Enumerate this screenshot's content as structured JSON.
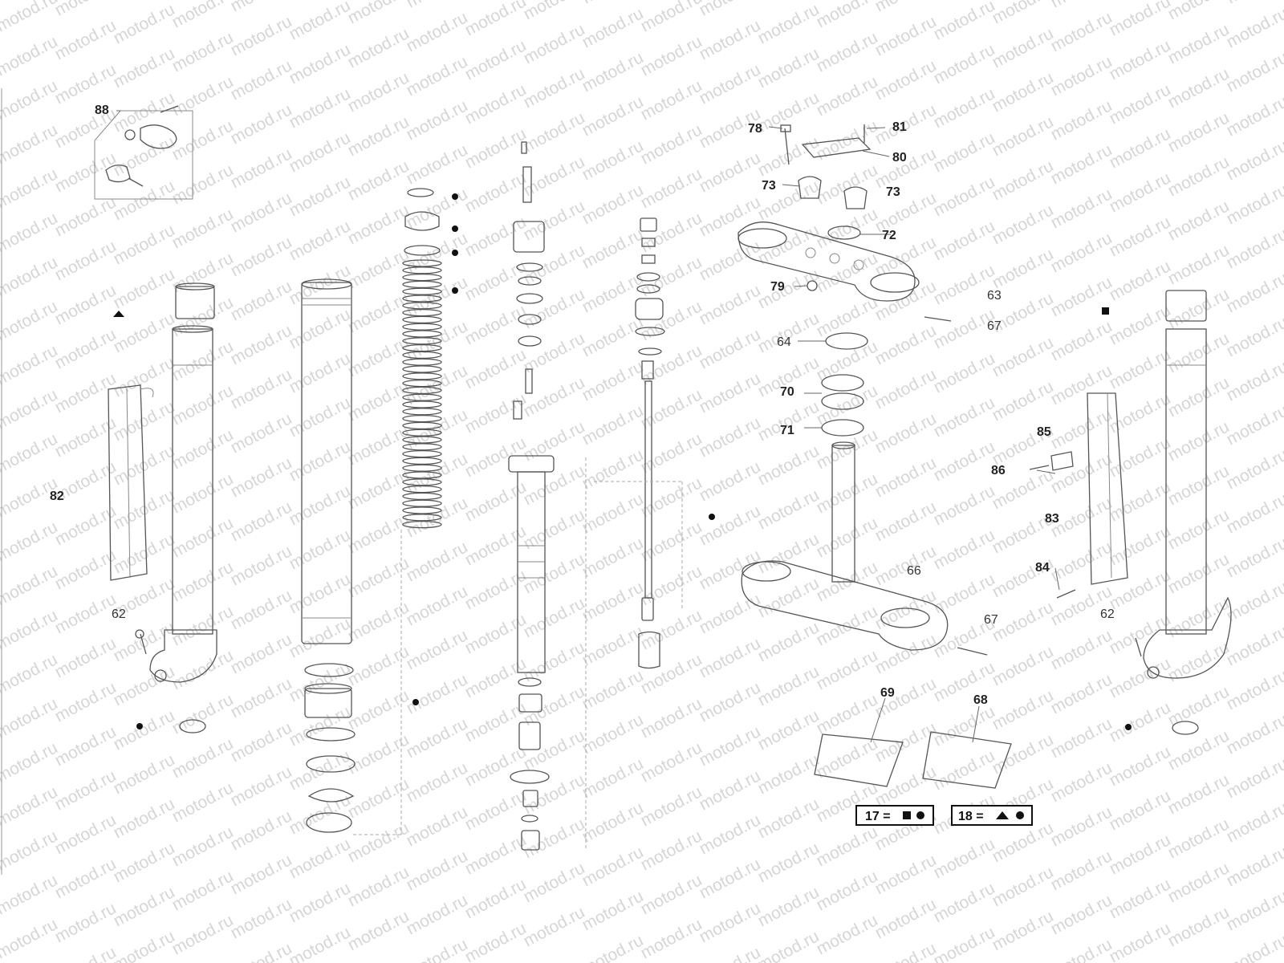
{
  "watermark": {
    "text": "motod.ru"
  },
  "callouts": {
    "c88": "88",
    "c78": "78",
    "c81": "81",
    "c80": "80",
    "c73a": "73",
    "c73b": "73",
    "c72": "72",
    "c79": "79",
    "c63": "63",
    "c67a": "67",
    "c64": "64",
    "c70": "70",
    "c71": "71",
    "c66": "66",
    "c67b": "67",
    "c82": "82",
    "c62a": "62",
    "c62b": "62",
    "c85": "85",
    "c86": "86",
    "c83": "83",
    "c84": "84",
    "c69": "69",
    "c68": "68"
  },
  "legend": [
    {
      "number": "17",
      "symbols": [
        "square",
        "dot"
      ]
    },
    {
      "number": "18",
      "symbols": [
        "triangle",
        "dot"
      ]
    }
  ],
  "legend_text": {
    "l17": "17 =",
    "l18": "18 ="
  }
}
